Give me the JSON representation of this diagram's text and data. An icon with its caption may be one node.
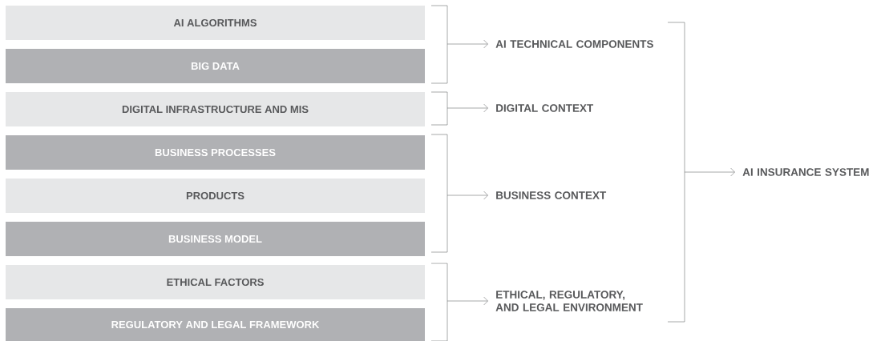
{
  "diagram": {
    "nodes": [
      {
        "text": [
          "AI ALGORITHMS"
        ]
      },
      {
        "text": [
          "BIG DATA"
        ]
      },
      {
        "text": [
          "DIGITAL INFRASTRUCTURE AND MIS"
        ]
      },
      {
        "text": [
          "BUSINESS PROCESSES"
        ]
      },
      {
        "text": [
          "PRODUCTS"
        ]
      },
      {
        "text": [
          "BUSINESS MODEL"
        ]
      },
      {
        "text": [
          "ETHICAL FACTORS"
        ]
      },
      {
        "text": [
          "REGULATORY AND LEGAL FRAMEWORK"
        ]
      },
      {
        "text": [
          "AI TECHNICAL COMPONENTS"
        ]
      },
      {
        "text": [
          "DIGITAL CONTEXT"
        ]
      },
      {
        "text": [
          "BUSINESS CONTEXT"
        ]
      },
      {
        "text": [
          "ETHICAL, REGULATORY, AND LEGAL ENVIRONMENT"
        ]
      },
      {
        "text": [
          "AI INSURANCE SYSTEM"
        ]
      },
      {
        "text": [],
        "shape": "bracket"
      },
      {
        "text": [],
        "shape": "bracket"
      },
      {
        "text": [],
        "shape": "bracket"
      },
      {
        "text": [],
        "shape": "bracket"
      },
      {
        "text": [],
        "shape": "bracket"
      }
    ],
    "edges": [
      {
        "from": 13,
        "to": 8,
        "arrow": "to"
      },
      {
        "from": 14,
        "to": 9,
        "arrow": "to"
      },
      {
        "from": 15,
        "to": 10,
        "arrow": "to"
      },
      {
        "from": 16,
        "to": 11,
        "arrow": "to"
      },
      {
        "from": 17,
        "to": 12,
        "arrow": "to"
      }
    ]
  }
}
